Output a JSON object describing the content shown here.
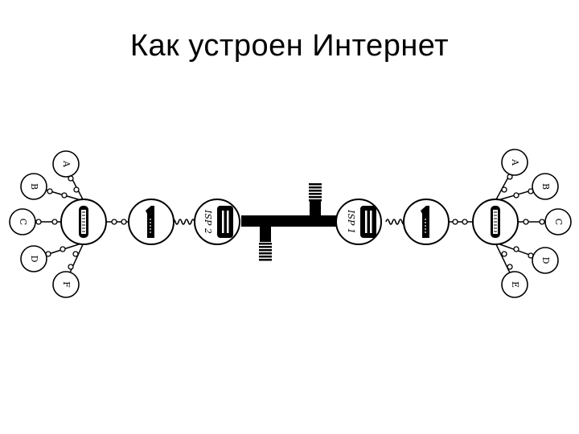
{
  "slide": {
    "title": "Как устроен Интернет"
  },
  "colors": {
    "ink": "#000000",
    "background": "#ffffff"
  },
  "diagram": {
    "isp_labels": {
      "left": "ISP 2",
      "right": "ISP 1"
    },
    "left_leaves": [
      "A",
      "B",
      "C",
      "D",
      "F"
    ],
    "right_leaves": [
      "A",
      "B",
      "C",
      "D",
      "E"
    ]
  }
}
